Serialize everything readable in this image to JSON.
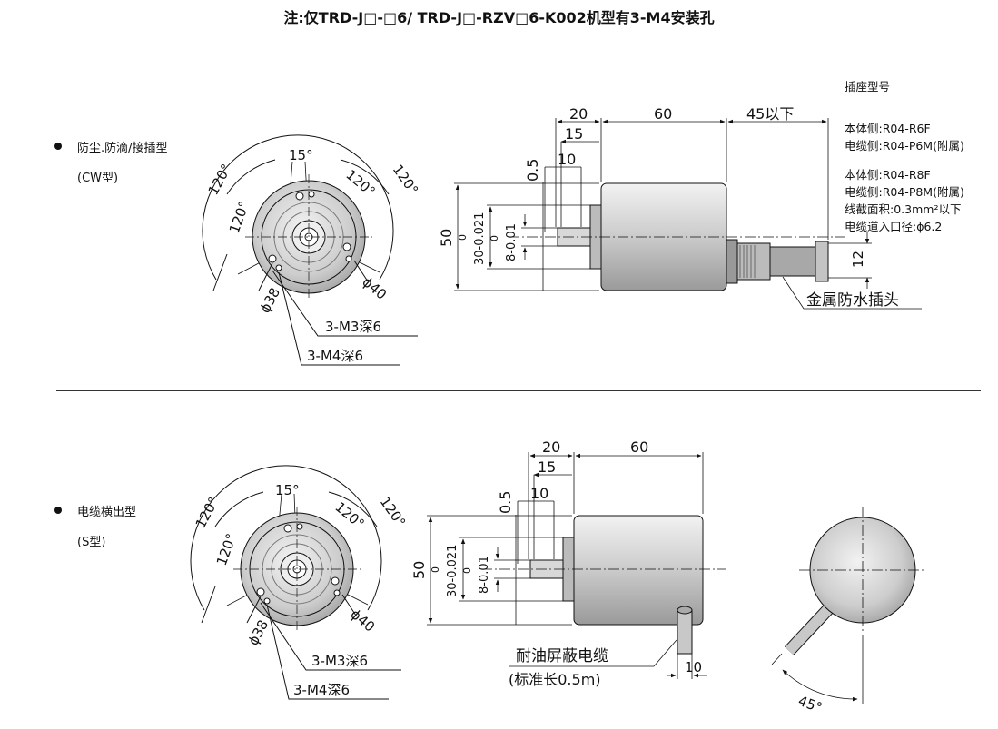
{
  "title": "注:仅TRD-J□-□6/ TRD-J□-RZV□6-K002机型有3-M4安装孔",
  "colors": {
    "body_fill": "#d6d6d6",
    "line": "#111111",
    "hatch": "#888888"
  },
  "section1": {
    "label": "防尘.防滴/接插型",
    "sublabel": "(CW型)",
    "front": {
      "angle_15": "15°",
      "angle_120_a": "120°",
      "angle_120_b": "120°",
      "angle_120_c": "120°",
      "angle_120_d": "120°",
      "dia_38": "ϕ38",
      "dia_40": "ϕ40",
      "hole_m3": "3-M3深6",
      "hole_m4": "3-M4深6"
    },
    "side": {
      "dim_20": "20",
      "dim_60": "60",
      "dim_45": "45以下",
      "dim_15": "15",
      "dim_10": "10",
      "dim_05": "0.5",
      "dim_50": "50",
      "tol_30_top": "0",
      "tol_30_bot": "30-0.021",
      "tol_8_top": "0",
      "tol_8_bot": "8-0.01",
      "dim_12": "12",
      "connector_label": "金属防水插头"
    },
    "connector_spec": {
      "heading": "插座型号",
      "lines_a": [
        "本体侧:R04-R6F",
        "电缆侧:R04-P6M(附属)"
      ],
      "lines_b": [
        "本体侧:R04-R8F",
        "电缆侧:R04-P8M(附属)",
        "线截面积:0.3mm²以下",
        "电缆道入口径:ϕ6.2"
      ]
    }
  },
  "section2": {
    "label": "电缆横出型",
    "sublabel": "(S型)",
    "front": {
      "angle_15": "15°",
      "angle_120_a": "120°",
      "angle_120_b": "120°",
      "angle_120_c": "120°",
      "angle_120_d": "120°",
      "dia_38": "ϕ38",
      "dia_40": "ϕ40",
      "hole_m3": "3-M3深6",
      "hole_m4": "3-M4深6"
    },
    "side": {
      "dim_20": "20",
      "dim_60": "60",
      "dim_15": "15",
      "dim_10": "10",
      "dim_05": "0.5",
      "dim_50": "50",
      "tol_30_top": "0",
      "tol_30_bot": "30-0.021",
      "tol_8_top": "0",
      "tol_8_bot": "8-0.01",
      "cable_dim": "10",
      "cable_label_1": "耐油屏蔽电缆",
      "cable_label_2": "(标准长0.5m)"
    },
    "rear": {
      "angle_45": "45°"
    }
  }
}
